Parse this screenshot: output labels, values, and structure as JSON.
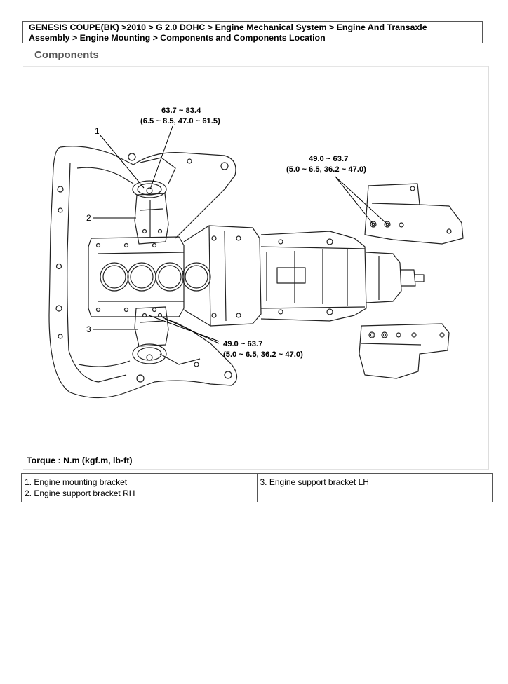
{
  "breadcrumb": {
    "line1": "GENESIS COUPE(BK) >2010 > G 2.0 DOHC > Engine Mechanical System > Engine And Transaxle",
    "line2": "Assembly > Engine Mounting > Components and Components Location"
  },
  "section": {
    "title": "Components"
  },
  "diagram": {
    "callouts": {
      "torque_top": {
        "line1": "63.7 ~ 83.4",
        "line2": "(6.5 ~ 8.5, 47.0 ~ 61.5)"
      },
      "torque_right": {
        "line1": "49.0 ~ 63.7",
        "line2": "(5.0 ~ 6.5, 36.2 ~ 47.0)"
      },
      "torque_bottom": {
        "line1": "49.0 ~ 63.7",
        "line2": "(5.0 ~ 6.5, 36.2 ~ 47.0)"
      },
      "label_1": "1",
      "label_2": "2",
      "label_3": "3"
    }
  },
  "torque_note": "Torque : N.m (kgf.m, lb-ft)",
  "legend": {
    "items": [
      "1. Engine mounting bracket",
      "2. Engine support bracket RH",
      "3. Engine support bracket LH"
    ]
  }
}
